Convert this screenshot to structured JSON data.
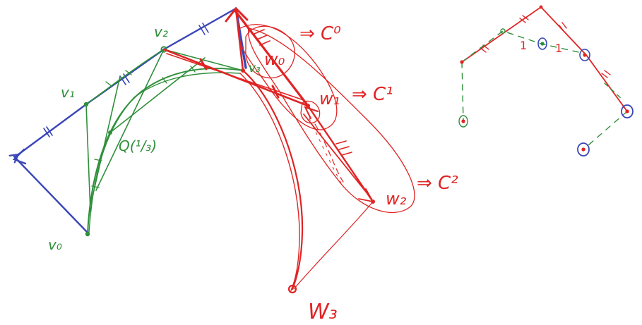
{
  "colors": {
    "blue": "#3a46b8",
    "green": "#2f8f3a",
    "red": "#e02424",
    "background": "#ffffff"
  },
  "labels": {
    "v0": "v₀",
    "v1": "v₁",
    "v2": "v₂",
    "v3": "v₃",
    "q": "Q(¹/₃)",
    "w0": "w₀",
    "w1": "w₁",
    "w2": "w₂",
    "w3": "W₃",
    "c0": "⇒ C⁰",
    "c1": "⇒ C¹",
    "c2": "⇒ C²"
  }
}
